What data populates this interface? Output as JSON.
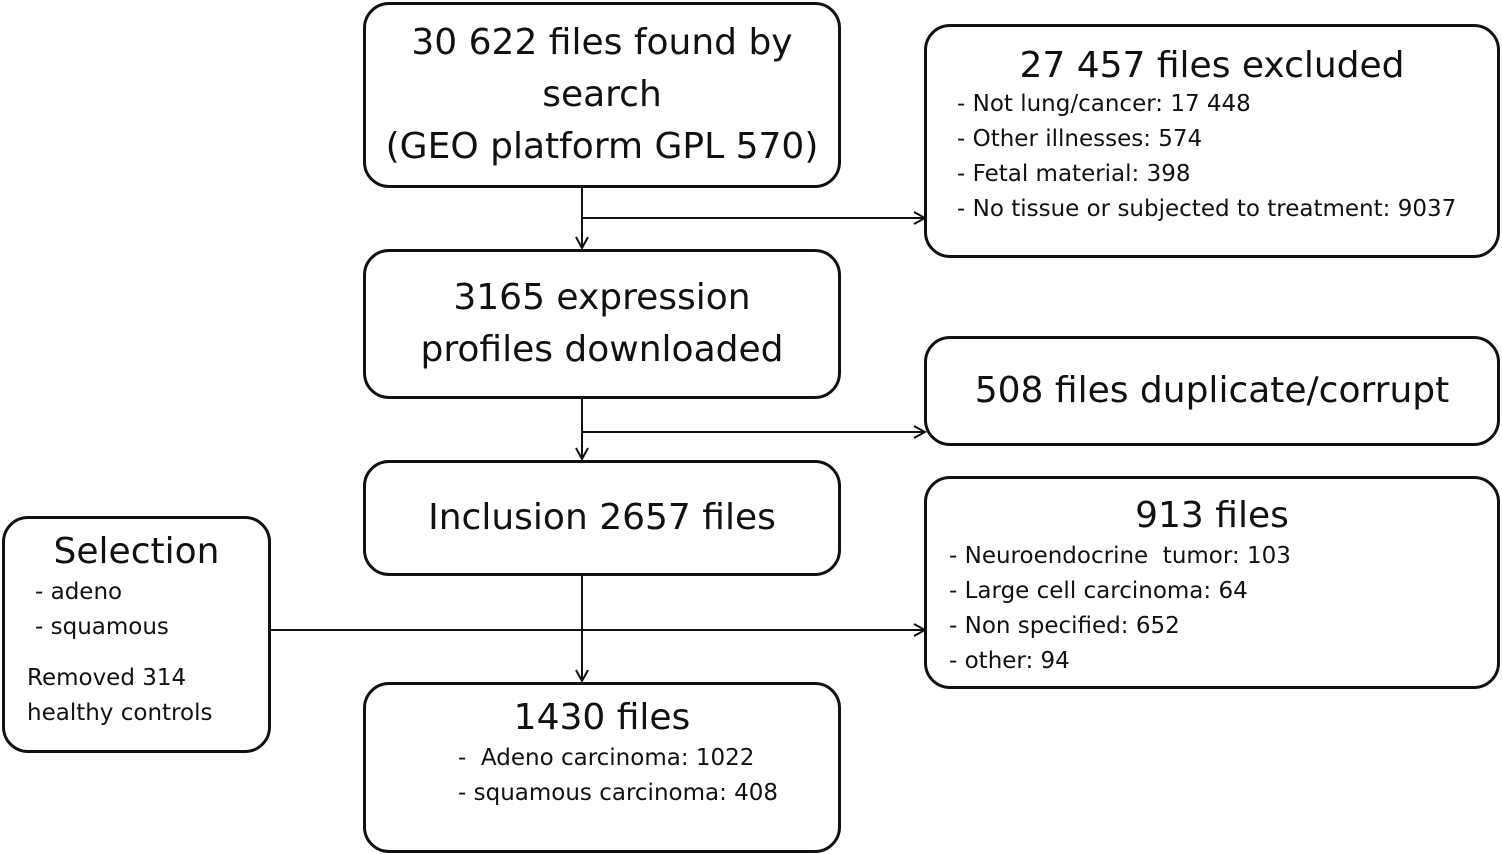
{
  "flow": {
    "search": {
      "lines": [
        "30 622 files found by",
        "search",
        "(GEO platform GPL 570)"
      ]
    },
    "excluded": {
      "title": "27 457 files excluded",
      "items": [
        "- Not lung/cancer: 17 448",
        "- Other illnesses: 574",
        "- Fetal material: 398",
        "- No tissue or subjected to treatment: 9037"
      ]
    },
    "downloaded": {
      "lines": [
        "3165 expression",
        "profiles downloaded"
      ]
    },
    "duplicate": {
      "title": "508 files duplicate/corrupt"
    },
    "inclusion": {
      "title": "Inclusion 2657 files"
    },
    "other_types": {
      "title": "913 files",
      "items": [
        "- Neuroendocrine  tumor: 103",
        "- Large cell carcinoma: 64",
        "- Non specified: 652",
        "- other: 94"
      ]
    },
    "selection": {
      "title": "Selection",
      "items": [
        "- adeno",
        "- squamous"
      ],
      "note": [
        "Removed 314",
        "healthy controls"
      ]
    },
    "final": {
      "title": "1430 files",
      "items": [
        "-  Adeno carcinoma: 1022",
        "- squamous carcinoma: 408"
      ]
    }
  }
}
